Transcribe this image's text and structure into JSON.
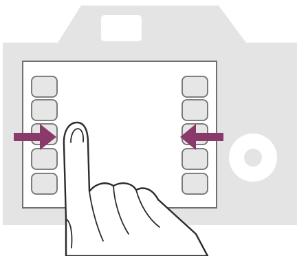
{
  "colors": {
    "camera_body": "#e4e4e4",
    "screen_bezel": "#e4e4e4",
    "screen_outline": "#6f6f6f",
    "screen_fill": "#ffffff",
    "button_fill": "#e6e6e6",
    "button_outline": "#6f6f6f",
    "arrow": "#8a3a6a",
    "hand_outline": "#2b2b2b",
    "dial_outer": "#ffffff",
    "dial_inner": "#e4e4e4",
    "background": "#ffffff"
  },
  "diagram": {
    "left_button_column_count": 5,
    "right_button_column_count": 5,
    "gesture": "swipe-inward-from-both-edges",
    "icons": {
      "left_arrow": "arrow-right-icon",
      "right_arrow": "arrow-left-icon",
      "hand": "pointing-finger-icon",
      "dial": "control-wheel-icon"
    }
  }
}
